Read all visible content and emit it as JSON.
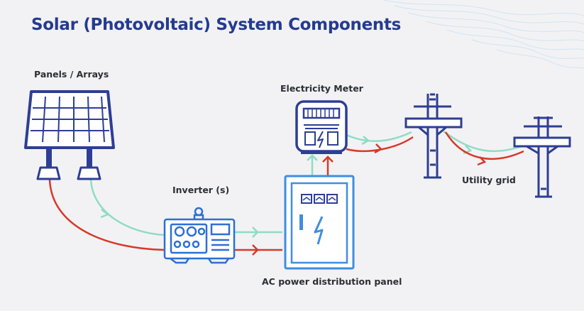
{
  "title": "Solar (Photovoltaic) System Components",
  "labels": {
    "panels": "Panels / Arrays",
    "meter": "Electricity Meter",
    "inverter": "Inverter (s)",
    "grid": "Utility grid",
    "ac_panel": "AC power distribution panel"
  },
  "icons": {
    "panels": "solar-panel-icon",
    "inverter": "inverter-icon",
    "ac_panel": "distribution-panel-icon",
    "meter": "electricity-meter-icon",
    "poles": "utility-pole-icon"
  },
  "colors": {
    "title": "#243b8f",
    "outline_dark": "#2d3e94",
    "outline_light": "#3e8ee0",
    "flow_dc": "#d63a2a",
    "flow_ac": "#8fdcc6",
    "background": "#f2f2f4"
  }
}
